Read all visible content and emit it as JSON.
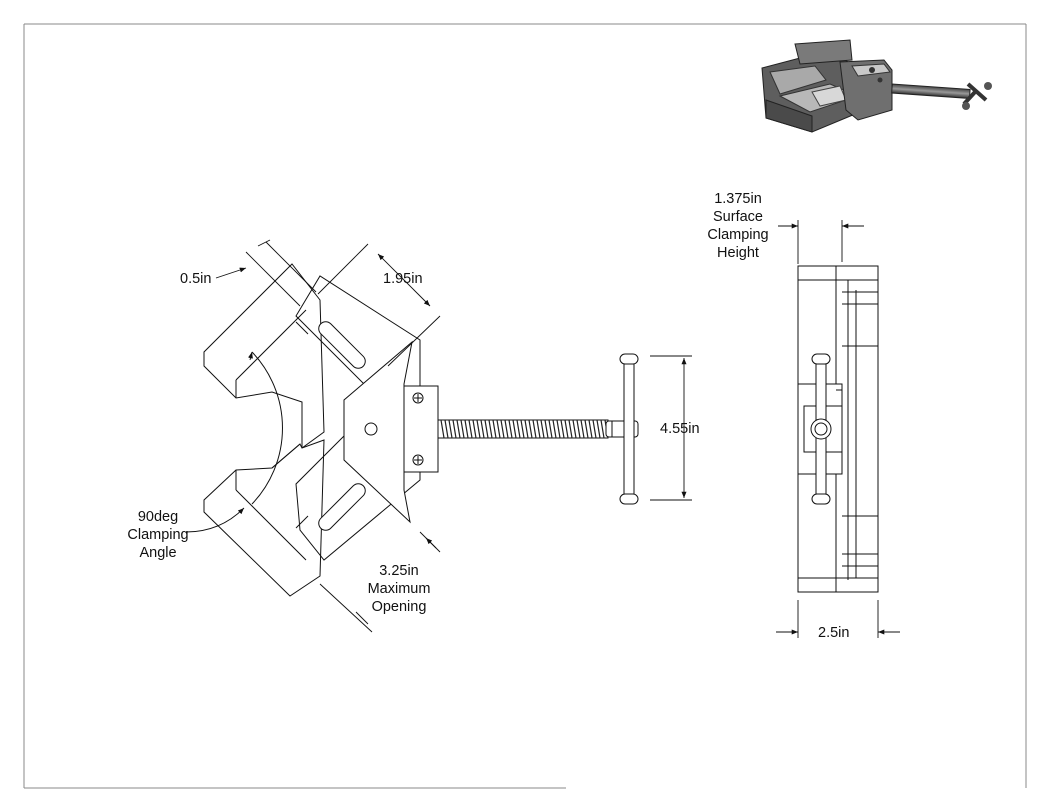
{
  "dimensions": {
    "jaw_thickness": {
      "value": "0.5in"
    },
    "jaw_width": {
      "value": "1.95in"
    },
    "handle_length": {
      "value": "4.55in"
    },
    "clamping_angle": {
      "value": "90deg",
      "line2": "Clamping",
      "line3": "Angle"
    },
    "max_opening": {
      "value": "3.25in",
      "line2": "Maximum",
      "line3": "Opening"
    },
    "surface_height": {
      "value": "1.375in",
      "line2": "Surface",
      "line3": "Clamping",
      "line4": "Height"
    },
    "body_width": {
      "value": "2.5in"
    }
  },
  "colors": {
    "line": "#111111",
    "border": "#888888",
    "render_body": "#6a6a6a",
    "render_face": "#bdbdbd"
  },
  "icons": [
    "cross-recess-screw-icon",
    "round-hole-icon",
    "slot-icon",
    "arrowhead-icon"
  ]
}
